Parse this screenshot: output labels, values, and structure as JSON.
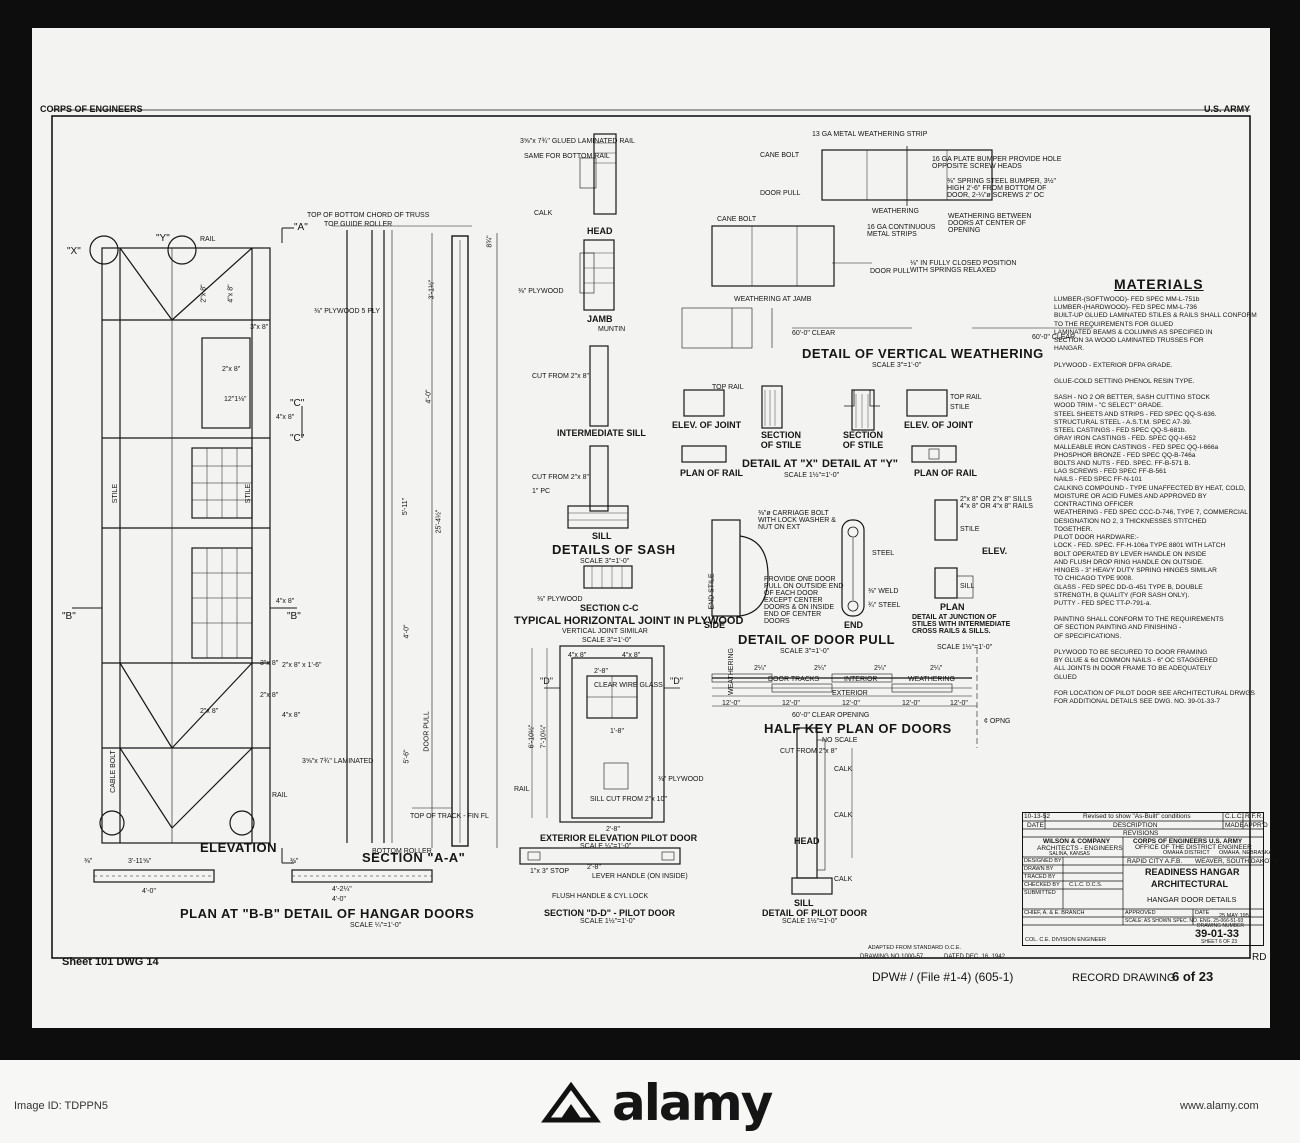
{
  "header": {
    "left": "CORPS OF ENGINEERS",
    "right": "U.S. ARMY"
  },
  "elevation": {
    "title": "ELEVATION",
    "labels": {
      "x": "\"X\"",
      "y": "\"Y\"",
      "a": "\"A\"",
      "b_left": "\"B\"",
      "b_right": "\"B\"",
      "c_top": "\"C\"",
      "c_bot": "\"C\"",
      "stile": "STILE",
      "stile2": "STILE",
      "rail": "RAIL",
      "rail2": "RAIL",
      "cable_bolt": "CABLE BOLT"
    },
    "dims": [
      "2\"x 8\"",
      "4\"x 8\"",
      "3\"x 8\"",
      "12\"1⅛\"",
      "4\"x 8\"",
      "2\"x 8\"",
      "4\"x 8\"",
      "3\"x 8\"",
      "2\"x 8\"",
      "2\"x 8\" x 1'-6\"",
      "4\"x 8\"",
      "2\"x 8\"",
      "3⅝\"x 7¾\" LAMINATED",
      "⅜\" PLYWOOD 5 PLY"
    ]
  },
  "section_aa": {
    "title": "SECTION \"A-A\"",
    "labels": {
      "top_chord": "TOP OF BOTTOM CHORD OF TRUSS",
      "guide_roller": "TOP GUIDE ROLLER",
      "bottom_roller": "BOTTOM ROLLER",
      "top_track": "TOP OF TRACK - FIN FL",
      "door_pull": "DOOR PULL"
    },
    "dims": [
      "3'-1½\"",
      "4'-0\"",
      "25'-4½\"",
      "5'-11\"",
      "4'-0\"",
      "5'-6\"",
      "8¾\""
    ]
  },
  "plan_bb": {
    "title": "PLAN AT \"B-B\"",
    "dims": [
      "3'-11⅝\"",
      "⅜\"",
      "4'-0\""
    ]
  },
  "detail_hangar": {
    "title": "DETAIL OF HANGAR DOORS",
    "scale": "SCALE ¼\"=1'-0\"",
    "dims": [
      "⅜\"",
      "4'-2¼\"",
      "4'-0\""
    ]
  },
  "sash": {
    "title": "DETAILS OF SASH",
    "scale": "SCALE 3\"=1'-0\"",
    "labels": {
      "head": "HEAD",
      "jamb": "JAMB",
      "muntin": "MUNTIN",
      "int_sill": "INTERMEDIATE SILL",
      "sill": "SILL",
      "calk": "CALK",
      "plywood": "⅜\" PLYWOOD",
      "glued": "3⅝\"x 7¾\" GLUED LAMINATED RAIL",
      "same": "SAME FOR BOTTOM RAIL",
      "cut": "CUT FROM 2\"x 8\"",
      "cut2": "CUT FROM 2\"x 8\"",
      "one_pc": "1\" PC"
    }
  },
  "section_cc": {
    "title": "SECTION C-C",
    "subtitle": "TYPICAL HORIZONTAL JOINT IN PLYWOOD",
    "note": "VERTICAL JOINT SIMILAR",
    "scale": "SCALE 3\"=1'-0\"",
    "plywood": "⅜\" PLYWOOD"
  },
  "pilot_elev": {
    "title": "EXTERIOR ELEVATION PILOT DOOR",
    "scale": "SCALE ¼\"=1'-0\"",
    "labels": {
      "clear_wire": "CLEAR WIRE GLASS",
      "sill_cut": "SILL CUT FROM 2\"x 10\"",
      "plywood": "⅜\" PLYWOOD",
      "rail": "RAIL",
      "d_left": "\"D\"",
      "d_right": "\"D\""
    },
    "dims": [
      "2'-8\"",
      "4\"x 8\"",
      "4\"x 8\"",
      "6'-10½\"",
      "7'-10¼\"",
      "2'-8\"",
      "1'-8\""
    ]
  },
  "section_dd": {
    "title": "SECTION \"D-D\" - PILOT DOOR",
    "scale": "SCALE 1½\"=1'-0\"",
    "labels": {
      "stop": "1\"x 3\" STOP",
      "lever": "LEVER HANDLE (ON INSIDE)",
      "flush": "FLUSH HANDLE & CYL LOCK"
    },
    "dim": "2'-8\""
  },
  "vert_weather": {
    "title": "DETAIL OF VERTICAL WEATHERING",
    "scale": "SCALE 3\"=1'-0\"",
    "labels": {
      "metal_strip": "13 GA METAL WEATHERING STRIP",
      "bumper": "16 GA PLATE BUMPER PROVIDE HOLE OPPOSITE SCREW HEADS",
      "spring": "⅜\" SPRING STEEL BUMPER, 3½\" HIGH 2'-6\" FROM BOTTOM OF DOOR, 2-¼\"ø SCREWS 2\" OC",
      "weathering": "WEATHERING",
      "between": "WEATHERING BETWEEN DOORS AT CENTER OF OPENING",
      "cane_bolt": "CANE BOLT",
      "cane_bolt2": "CANE BOLT",
      "door_pull": "DOOR PULL",
      "door_pull2": "DOOR PULL",
      "continuous": "16 GA CONTINUOUS METAL STRIPS",
      "fully_closed": "⅛\" IN FULLY CLOSED POSITION WITH SPRINGS RELAXED",
      "jamb": "WEATHERING AT JAMB",
      "clear1": "60'-0\" CLEAR",
      "clear2": "60'-0\" CLEAR"
    }
  },
  "detail_xy": {
    "x_title": "DETAIL AT \"X\"",
    "y_title": "DETAIL AT \"Y\"",
    "scale": "SCALE 1½\"=1'-0\"",
    "labels": {
      "elev_joint": "ELEV. OF JOINT",
      "sec_stile": "SECTION OF STILE",
      "sec_stile2": "SECTION OF STILE",
      "elev_joint2": "ELEV. OF JOINT",
      "plan_rail": "PLAN OF RAIL",
      "plan_rail2": "PLAN OF RAIL",
      "top_rail": "TOP RAIL",
      "top_rail2": "TOP RAIL",
      "stile": "STILE"
    }
  },
  "door_pull": {
    "title": "DETAIL OF DOOR PULL",
    "scale": "SCALE 3\"=1'-0\"",
    "labels": {
      "side": "SIDE",
      "end": "END",
      "end_stile": "END STILE",
      "carriage": "⅜\"ø CARRIAGE BOLT WITH LOCK WASHER & NUT ON EXT",
      "provide": "PROVIDE ONE DOOR PULL ON OUTSIDE END OF EACH DOOR EXCEPT CENTER DOORS & ON INSIDE END OF CENTER DOORS",
      "steel": "STEEL",
      "weld": "⅜\" WELD",
      "steel2": "¾\" STEEL"
    }
  },
  "junction": {
    "title": "DETAIL AT JUNCTION OF STILES WITH INTERMEDIATE CROSS RAILS & SILLS.",
    "scale": "SCALE 1½\"=1'-0\"",
    "labels": {
      "elev": "ELEV.",
      "plan": "PLAN",
      "sill": "SILL",
      "stile": "STILE",
      "note": "2\"x 8\" OR 2\"x 8\" SILLS 4\"x 8\" OR 4\"x 8\" RAILS"
    }
  },
  "half_key": {
    "title": "HALF KEY PLAN OF DOORS",
    "scale": "NO SCALE",
    "labels": {
      "door_tracks": "DOOR TRACKS",
      "interior": "INTERIOR",
      "exterior": "EXTERIOR",
      "weathering": "WEATHERING",
      "weathering2": "WEATHERING",
      "clear": "60'-0\" CLEAR OPENING",
      "ofpng": "¢ OPNG"
    },
    "dims": [
      "2¼\"",
      "2¼\"",
      "2¼\"",
      "2¼\"",
      "12'-0\"",
      "12'-0\"",
      "12'-0\"",
      "12'-0\"",
      "12'-0\""
    ]
  },
  "pilot_detail": {
    "title": "DETAIL OF PILOT DOOR",
    "scale": "SCALE 1½\"=1'-0\"",
    "labels": {
      "head": "HEAD",
      "sill": "SILL",
      "calk": "CALK",
      "calk2": "CALK",
      "cut": "CUT FROM 2\"x 8\"",
      "calk3": "CALK"
    }
  },
  "materials": {
    "title": "MATERIALS",
    "items": [
      "LUMBER-(SOFTWOOD)- FED SPEC MM-L-751b",
      "LUMBER-(HARDWOOD)- FED SPEC MM-L-736",
      "BUILT-UP GLUED LAMINATED STILES & RAILS SHALL CONFORM TO THE REQUIREMENTS FOR GLUED",
      "LAMINATED BEAMS & COLUMNS AS SPECIFIED IN",
      "SECTION 3A WOOD LAMINATED TRUSSES FOR",
      "HANGAR.",
      "",
      "PLYWOOD - EXTERIOR DFPA GRADE.",
      "",
      "GLUE-COLD SETTING PHENOL RESIN TYPE.",
      "",
      "SASH - NO 2 OR BETTER, SASH CUTTING STOCK",
      "WOOD TRIM - \"C SELECT\" GRADE.",
      "STEEL SHEETS AND STRIPS - FED SPEC QQ-S-636.",
      "STRUCTURAL STEEL - A.S.T.M. SPEC A7-39.",
      "STEEL CASTINGS - FED SPEC QQ-S-681b.",
      "GRAY IRON CASTINGS - FED. SPEC QQ-I-652",
      "MALLEABLE IRON CASTINGS - FED SPEC QQ-I-666a",
      "PHOSPHOR BRONZE - FED SPEC QQ-B-746a",
      "BOLTS AND NUTS - FED. SPEC. FF-B-571 B.",
      "LAG SCREWS - FED SPEC FF-B-561",
      "NAILS - FED SPEC FF-N-101",
      "CALKING COMPOUND - TYPE UNAFFECTED BY HEAT, COLD,",
      "MOISTURE OR ACID FUMES AND APPROVED BY",
      "CONTRACTING OFFICER",
      "WEATHERING - FED SPEC CCC-D-746, TYPE 7, COMMERCIAL",
      "DESIGNATION NO 2, 3 THICKNESSES STITCHED",
      "TOGETHER.",
      "PILOT DOOR HARDWARE:-",
      "LOCK - FED. SPEC. FF-H-106a TYPE 8801 WITH LATCH",
      "BOLT OPERATED BY LEVER HANDLE ON INSIDE",
      "AND FLUSH DROP RING HANDLE ON OUTSIDE.",
      "HINGES - 3\" HEAVY DUTY SPRING HINGES SIMILAR",
      "TO CHICAGO TYPE 9008.",
      "GLASS - FED SPEC DD-G-451 TYPE B, DOUBLE",
      "STRENGTH, B QUALITY (FOR SASH ONLY).",
      "PUTTY - FED SPEC TT-P-791-a.",
      "",
      "PAINTING SHALL CONFORM TO THE REQUIREMENTS",
      "OF SECTION PAINTING AND FINISHING -",
      "OF SPECIFICATIONS.",
      "",
      "PLYWOOD TO BE SECURED TO DOOR FRAMING",
      "BY GLUE & 6d COMMON NAILS - 6\" OC STAGGERED",
      "ALL JOINTS IN DOOR FRAME TO BE ADEQUATELY",
      "GLUED",
      "",
      "FOR LOCATION OF PILOT DOOR SEE ARCHITECTURAL DRWGS",
      "FOR ADDITIONAL DETAILS SEE DWG. NO. 39-01-33-7"
    ]
  },
  "title_block": {
    "revision_date": "10-13-52",
    "revision_text": "Revised to show \"As-Built\" conditions",
    "revision_by": "C.L.C.",
    "revision_appr": "R.F.R.",
    "col_date": "DATE",
    "col_desc": "DESCRIPTION",
    "col_made": "MADE",
    "col_appr": "APPR'D",
    "revisions": "REVISIONS",
    "firm": "WILSON & COMPANY",
    "firm2": "ARCHITECTS - ENGINEERS",
    "firm3": "SALINA, KANSAS",
    "corps": "CORPS OF ENGINEERS U.S. ARMY",
    "corps2": "OFFICE OF THE DISTRICT ENGINEER",
    "corps3": "OMAHA DISTRICT",
    "corps4": "OMAHA, NEBRASKA",
    "designed": "DESIGNED BY",
    "drawn": "DRAWN BY",
    "traced": "TRACED BY",
    "checked": "CHECKED BY",
    "checked_val": "C.L.C. D.C.S.",
    "submitted": "SUBMITTED",
    "location": "RAPID CITY A.F.B.",
    "location2": "WEAVER, SOUTH DAKOTA",
    "project": "READINESS HANGAR",
    "discipline": "ARCHITECTURAL",
    "sheet_title": "HANGAR DOOR DETAILS",
    "approved": "APPROVED",
    "date_label": "DATE",
    "date_val": "25 MAY 1951",
    "scale_label": "SCALE: AS SHOWN",
    "spec": "SPEC. NO. ENG. 25-066-51-93",
    "drawing_number_label": "DRAWING NUMBER",
    "drawing_number": "39-01-33",
    "sheet_of": "SHEET 6 OF 23",
    "division": "COL. C.E. DIVISION ENGINEER",
    "chief": "CHIEF, A. & E. BRANCH"
  },
  "footer_strip": {
    "adapted": "ADAPTED FROM STANDARD O.C.E.",
    "drawing_no": "DRAWING NO 1000-57",
    "dated": "DATED DEC. 16, 1942",
    "sheet_ref": "Sheet 101 DWG 14",
    "file_ref": "DPW# / (File #1-4) (605-1)",
    "record": "RECORD DRAWING",
    "page": "6 of 23",
    "rd": "RD"
  },
  "watermark": {
    "brand": "alamy",
    "image_id": "Image ID: TDPPN5",
    "site": "www.alamy.com"
  }
}
